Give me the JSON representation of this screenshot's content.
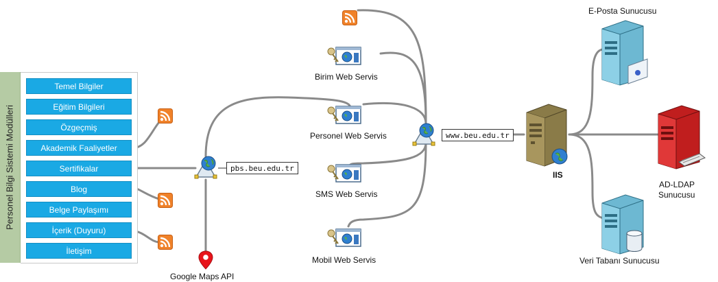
{
  "panel": {
    "title": "Personel Bilgi Sistemi Modülleri",
    "modules": [
      "Temel Bilgiler",
      "Eğitim Bilgileri",
      "Özgeçmiş",
      "Akademik Faaliyetler",
      "Sertifikalar",
      "Blog",
      "Belge Paylaşımı",
      "İçerik (Duyuru)",
      "İletişim"
    ]
  },
  "pbs_url": "pbs.beu.edu.tr",
  "www_url": "www.beu.edu.tr",
  "maps_label": "Google Maps API",
  "services": {
    "birim": "Birim Web Servis",
    "personel": "Personel Web Servis",
    "sms": "SMS Web Servis",
    "mobil": "Mobil Web Servis"
  },
  "iis_label": "IIS",
  "servers": {
    "eposta": "E-Posta Sunucusu",
    "ldap_line1": "AD-LDAP",
    "ldap_line2": "Sunucusu",
    "db": "Veri Tabanı Sunucusu"
  },
  "colors": {
    "module_button": "#1aa9e4",
    "panel_sidebar": "#b5cba4",
    "connector": "#8a8a8a",
    "rss": "#f0822a",
    "mail_db_server": "#7cc6dc",
    "ldap_server": "#d42a2a",
    "iis_server": "#9a8a55",
    "map_pin": "#e8141b"
  }
}
